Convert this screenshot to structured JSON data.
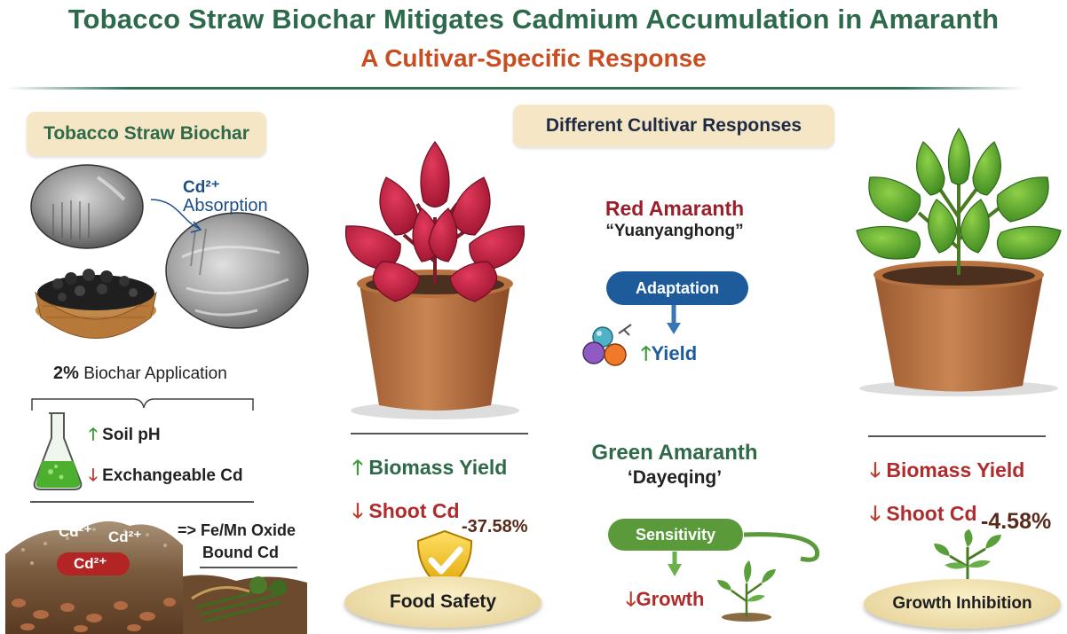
{
  "header": {
    "title": "Tobacco Straw Biochar Mitigates Cadmium Accumulation in Amaranth",
    "subtitle": "A Cultivar-Specific Response"
  },
  "left_panel": {
    "pill": "Tobacco Straw Biochar",
    "cd_label": "Cd²⁺",
    "absorption_label": "Absorption",
    "application_pct": "2%",
    "application_text": "Biochar Application",
    "soil_ph": "Soil pH",
    "exchangeable_cd": "Exchangeable Cd",
    "soil_ion_1": "Cd²⁺",
    "soil_ion_2": "Cd²⁺",
    "soil_ion_center": "Cd²⁺",
    "arrow_symbol": "=>",
    "oxide_line1": "Fe/Mn Oxide",
    "oxide_line2": "Bound Cd"
  },
  "center": {
    "pill": "Different Cultivar Responses",
    "red_name": "Red Amaranth",
    "red_cultivar": "“Yuanyanghong”",
    "adaptation": "Adaptation",
    "yield": "Yield",
    "green_name": "Green Amaranth",
    "green_cultivar": "‘Dayeqing’",
    "sensitivity": "Sensitivity",
    "growth": "Growth"
  },
  "red_column": {
    "biomass": "Biomass Yield",
    "shoot_cd": "Shoot Cd",
    "pct": "-37.58%",
    "badge": "Food Safety"
  },
  "green_column": {
    "biomass": "Biomass Yield",
    "shoot_cd": "Shoot Cd",
    "pct": "-4.58%",
    "badge": "Growth Inhibition"
  },
  "colors": {
    "title_green": "#2d6a4b",
    "subtitle_orange": "#c84e22",
    "up_green": "#3a9a3a",
    "down_red": "#c0392b",
    "blue": "#1e5b9a"
  }
}
